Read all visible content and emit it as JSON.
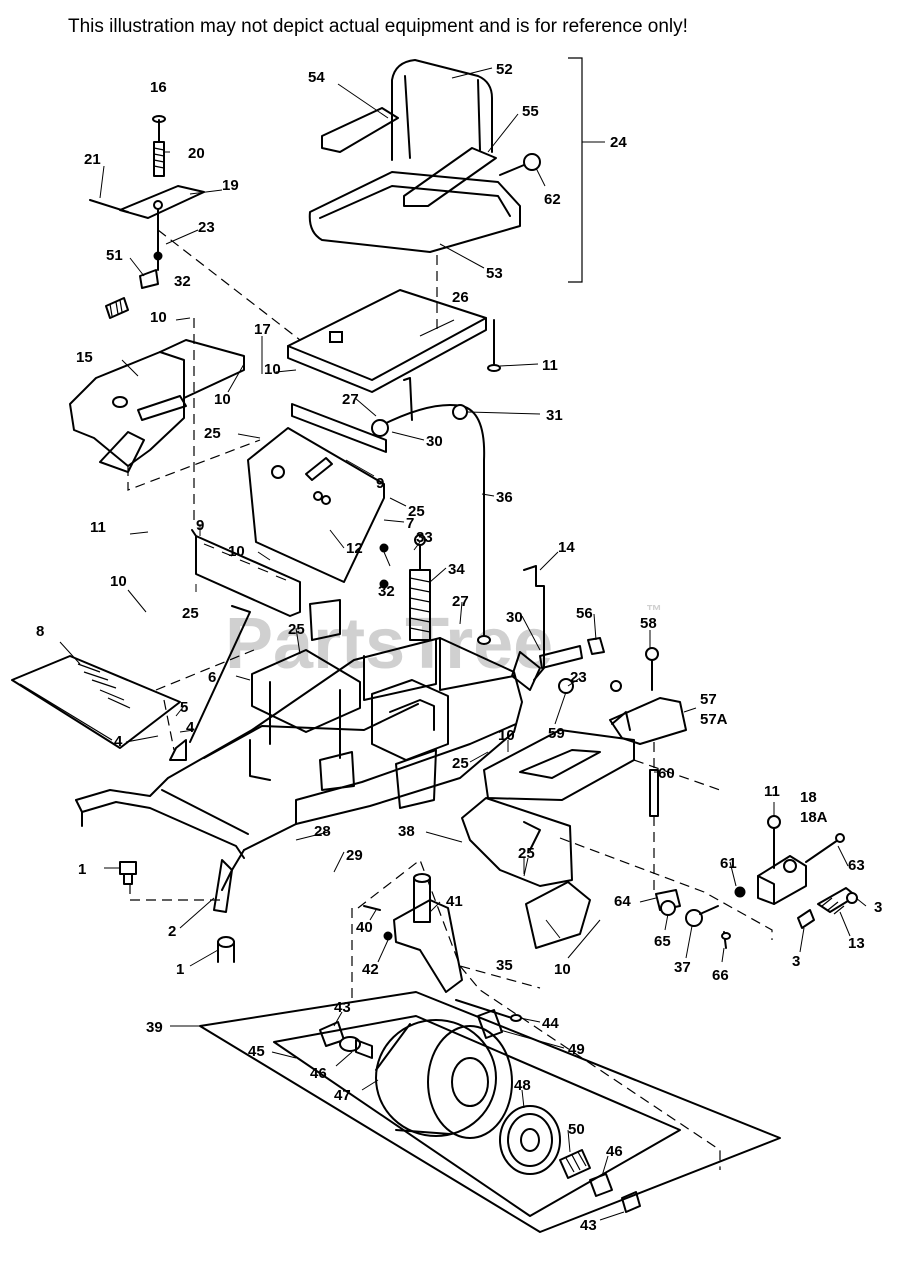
{
  "disclaimer": "This illustration may not depict actual equipment and is for reference only!",
  "watermark": "PartsTree",
  "watermark_tm": "™",
  "callouts": [
    {
      "id": "c1",
      "label": "1"
    },
    {
      "id": "c1b",
      "label": "1"
    },
    {
      "id": "c2",
      "label": "2"
    },
    {
      "id": "c3",
      "label": "3"
    },
    {
      "id": "c3b",
      "label": "3"
    },
    {
      "id": "c4",
      "label": "4"
    },
    {
      "id": "c4b",
      "label": "4"
    },
    {
      "id": "c5",
      "label": "5"
    },
    {
      "id": "c6",
      "label": "6"
    },
    {
      "id": "c7",
      "label": "7"
    },
    {
      "id": "c8",
      "label": "8"
    },
    {
      "id": "c9",
      "label": "9"
    },
    {
      "id": "c9b",
      "label": "9"
    },
    {
      "id": "c10a",
      "label": "10"
    },
    {
      "id": "c10b",
      "label": "10"
    },
    {
      "id": "c10c",
      "label": "10"
    },
    {
      "id": "c10d",
      "label": "10"
    },
    {
      "id": "c10e",
      "label": "10"
    },
    {
      "id": "c10f",
      "label": "10"
    },
    {
      "id": "c10g",
      "label": "10"
    },
    {
      "id": "c11a",
      "label": "11"
    },
    {
      "id": "c11b",
      "label": "11"
    },
    {
      "id": "c11c",
      "label": "11"
    },
    {
      "id": "c12",
      "label": "12"
    },
    {
      "id": "c13",
      "label": "13"
    },
    {
      "id": "c14",
      "label": "14"
    },
    {
      "id": "c15",
      "label": "15"
    },
    {
      "id": "c16",
      "label": "16"
    },
    {
      "id": "c17",
      "label": "17"
    },
    {
      "id": "c18",
      "label": "18"
    },
    {
      "id": "c18a",
      "label": "18A"
    },
    {
      "id": "c19",
      "label": "19"
    },
    {
      "id": "c20",
      "label": "20"
    },
    {
      "id": "c21",
      "label": "21"
    },
    {
      "id": "c23a",
      "label": "23"
    },
    {
      "id": "c23b",
      "label": "23"
    },
    {
      "id": "c24",
      "label": "24"
    },
    {
      "id": "c25a",
      "label": "25"
    },
    {
      "id": "c25b",
      "label": "25"
    },
    {
      "id": "c25c",
      "label": "25"
    },
    {
      "id": "c25d",
      "label": "25"
    },
    {
      "id": "c25e",
      "label": "25"
    },
    {
      "id": "c25f",
      "label": "25"
    },
    {
      "id": "c26",
      "label": "26"
    },
    {
      "id": "c27a",
      "label": "27"
    },
    {
      "id": "c27b",
      "label": "27"
    },
    {
      "id": "c28",
      "label": "28"
    },
    {
      "id": "c29",
      "label": "29"
    },
    {
      "id": "c30a",
      "label": "30"
    },
    {
      "id": "c30b",
      "label": "30"
    },
    {
      "id": "c31",
      "label": "31"
    },
    {
      "id": "c32a",
      "label": "32"
    },
    {
      "id": "c32b",
      "label": "32"
    },
    {
      "id": "c33",
      "label": "33"
    },
    {
      "id": "c34",
      "label": "34"
    },
    {
      "id": "c35",
      "label": "35"
    },
    {
      "id": "c36",
      "label": "36"
    },
    {
      "id": "c37",
      "label": "37"
    },
    {
      "id": "c38",
      "label": "38"
    },
    {
      "id": "c39",
      "label": "39"
    },
    {
      "id": "c40",
      "label": "40"
    },
    {
      "id": "c41",
      "label": "41"
    },
    {
      "id": "c42",
      "label": "42"
    },
    {
      "id": "c43a",
      "label": "43"
    },
    {
      "id": "c43b",
      "label": "43"
    },
    {
      "id": "c44",
      "label": "44"
    },
    {
      "id": "c45",
      "label": "45"
    },
    {
      "id": "c46a",
      "label": "46"
    },
    {
      "id": "c46b",
      "label": "46"
    },
    {
      "id": "c47",
      "label": "47"
    },
    {
      "id": "c48",
      "label": "48"
    },
    {
      "id": "c49",
      "label": "49"
    },
    {
      "id": "c50",
      "label": "50"
    },
    {
      "id": "c51",
      "label": "51"
    },
    {
      "id": "c52",
      "label": "52"
    },
    {
      "id": "c53",
      "label": "53"
    },
    {
      "id": "c54",
      "label": "54"
    },
    {
      "id": "c55",
      "label": "55"
    },
    {
      "id": "c56",
      "label": "56"
    },
    {
      "id": "c57",
      "label": "57"
    },
    {
      "id": "c57a",
      "label": "57A"
    },
    {
      "id": "c58",
      "label": "58"
    },
    {
      "id": "c59",
      "label": "59"
    },
    {
      "id": "c60",
      "label": "60"
    },
    {
      "id": "c61",
      "label": "61"
    },
    {
      "id": "c62",
      "label": "62"
    },
    {
      "id": "c63",
      "label": "63"
    },
    {
      "id": "c64",
      "label": "64"
    },
    {
      "id": "c65",
      "label": "65"
    },
    {
      "id": "c66",
      "label": "66"
    }
  ]
}
